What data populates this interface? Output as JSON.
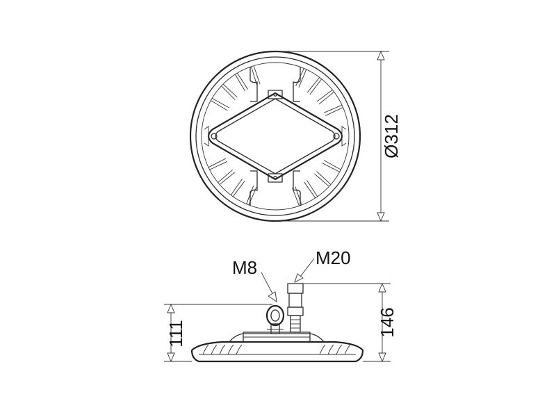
{
  "dimensions": {
    "diameter": "Ø312",
    "height_total": "146",
    "height_body": "111"
  },
  "callouts": {
    "eye_bolt": "M8",
    "cable_gland": "M20"
  }
}
